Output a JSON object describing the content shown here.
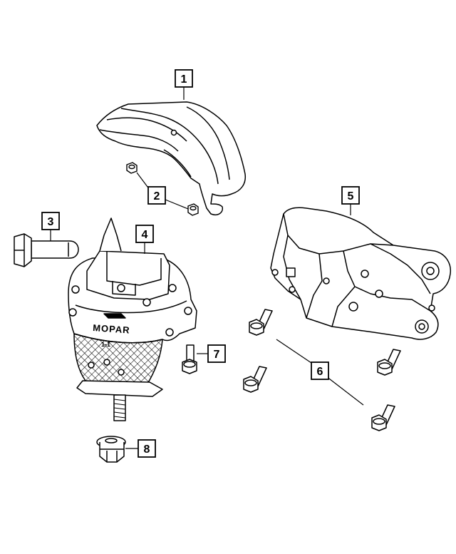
{
  "diagram": {
    "callouts": [
      {
        "id": "1",
        "label": "1"
      },
      {
        "id": "2",
        "label": "2"
      },
      {
        "id": "3",
        "label": "3"
      },
      {
        "id": "4",
        "label": "4"
      },
      {
        "id": "5",
        "label": "5"
      },
      {
        "id": "6",
        "label": "6"
      },
      {
        "id": "7",
        "label": "7"
      },
      {
        "id": "8",
        "label": "8"
      }
    ],
    "mount_logo_text": "MOPAR",
    "mount_marking": "1-1"
  },
  "colors": {
    "line": "#000000",
    "fill": "#ffffff",
    "shade": "#d9d9d9"
  }
}
